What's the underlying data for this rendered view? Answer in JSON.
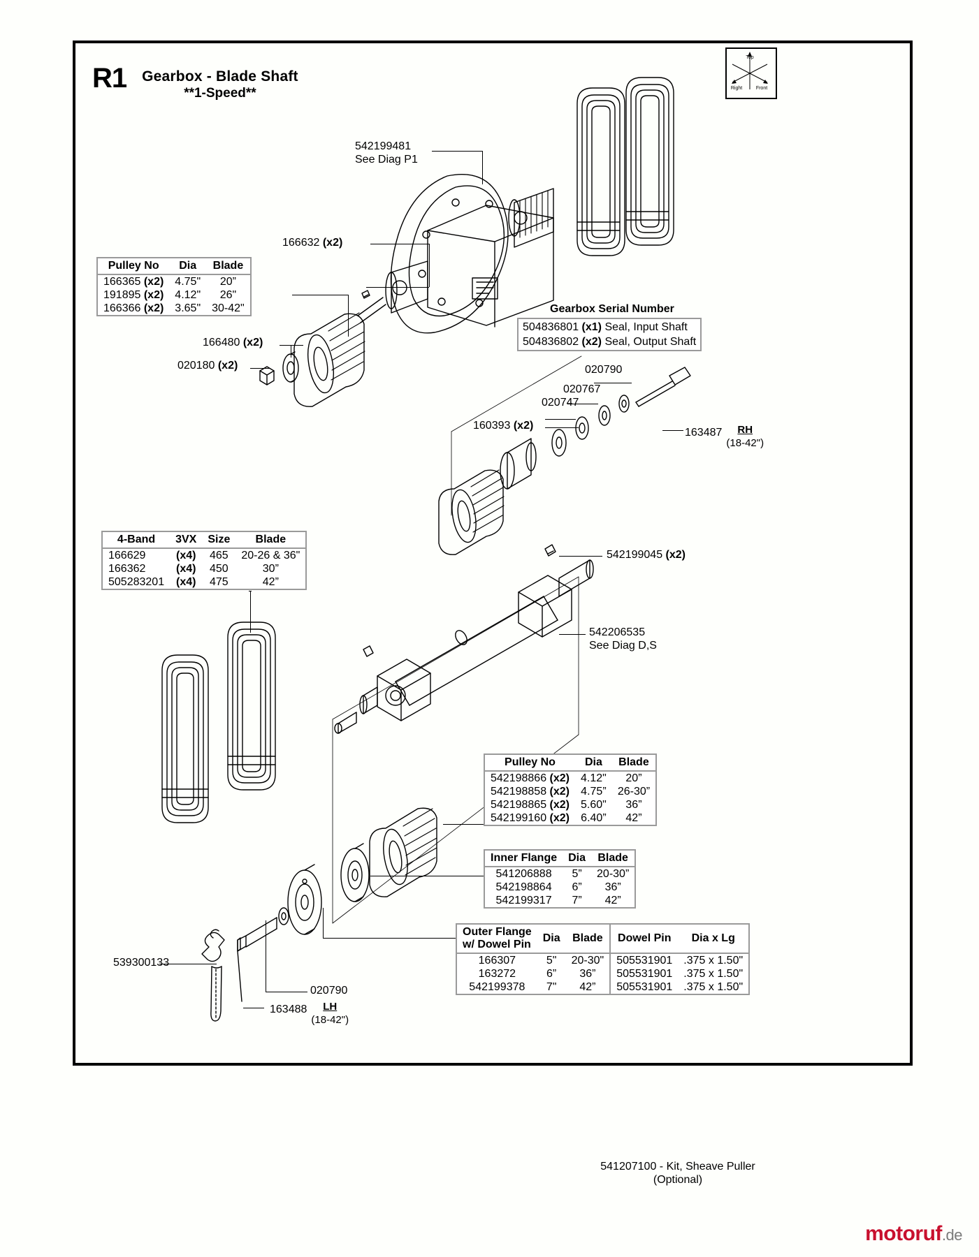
{
  "page": {
    "section_code": "R1",
    "title": "Gearbox - Blade Shaft",
    "subtitle": "**1-Speed**",
    "watermark": {
      "part1": "motoruf",
      "part2": ".de"
    }
  },
  "compass": {
    "top": "Top",
    "right": "Right",
    "front": "Front"
  },
  "callouts": {
    "c542199481": "542199481",
    "c542199481_sub": "See Diag P1",
    "c166632": "166632",
    "c166632_qty": "(x2)",
    "c166480": "166480",
    "c166480_qty": "(x2)",
    "c020180": "020180",
    "c020180_qty": "(x2)",
    "gearbox_serial": "Gearbox Serial Number",
    "c020790_top": "020790",
    "c020767": "020767",
    "c020747": "020747",
    "c160393": "160393",
    "c160393_qty": "(x2)",
    "c163487": "163487",
    "c163487_hand": "RH",
    "c163487_range": "(18-42\")",
    "c542199045": "542199045",
    "c542199045_qty": "(x2)",
    "c542206535": "542206535",
    "c542206535_sub": "See Diag D,S",
    "c539300133": "539300133",
    "c020790_bottom": "020790",
    "c163488": "163488",
    "c163488_hand": "LH",
    "c163488_range": "(18-42\")",
    "kit_line": "541207100 -  Kit, Sheave Puller",
    "kit_line_bold": "Kit, Sheave Puller",
    "kit_number": "541207100 - ",
    "kit_optional": "(Optional)"
  },
  "seals": {
    "rows": [
      {
        "part": "504836801",
        "qty": "(x1)",
        "desc": "Seal, Input Shaft"
      },
      {
        "part": "504836802",
        "qty": "(x2)",
        "desc": "Seal, Output Shaft"
      }
    ]
  },
  "table_pulley_top": {
    "headers": [
      "Pulley No",
      "Dia",
      "Blade"
    ],
    "rows": [
      {
        "part": "166365",
        "qty": "(x2)",
        "dia": "4.75\"",
        "blade": "20”"
      },
      {
        "part": "191895",
        "qty": "(x2)",
        "dia": "4.12\"",
        "blade": "26\""
      },
      {
        "part": "166366",
        "qty": "(x2)",
        "dia": "3.65\"",
        "blade": "30-42\""
      }
    ]
  },
  "table_band": {
    "headers": [
      "4-Band",
      "3VX",
      "Size",
      "Blade"
    ],
    "rows": [
      {
        "part": "166629",
        "qty": "(x4)",
        "size": "465",
        "blade": "20-26 & 36\""
      },
      {
        "part": "166362",
        "qty": "(x4)",
        "size": "450",
        "blade": "30”"
      },
      {
        "part": "505283201",
        "qty": "(x4)",
        "size": "475",
        "blade": "42”"
      }
    ]
  },
  "table_pulley_bottom": {
    "headers": [
      "Pulley No",
      "Dia",
      "Blade"
    ],
    "rows": [
      {
        "part": "542198866",
        "qty": "(x2)",
        "dia": "4.12\"",
        "blade": "20”"
      },
      {
        "part": "542198858",
        "qty": "(x2)",
        "dia": "4.75”",
        "blade": "26-30”"
      },
      {
        "part": "542198865",
        "qty": "(x2)",
        "dia": "5.60\"",
        "blade": "36”"
      },
      {
        "part": "542199160",
        "qty": "(x2)",
        "dia": "6.40”",
        "blade": "42”"
      }
    ]
  },
  "table_inner_flange": {
    "headers": [
      "Inner Flange",
      "Dia",
      "Blade"
    ],
    "rows": [
      {
        "part": "541206888",
        "dia": "5”",
        "blade": "20-30”"
      },
      {
        "part": "542198864",
        "dia": "6”",
        "blade": "36”"
      },
      {
        "part": "542199317",
        "dia": "7”",
        "blade": "42”"
      }
    ]
  },
  "table_outer_flange": {
    "header_main_line1": "Outer Flange",
    "header_main_line2": "w/ Dowel Pin",
    "header_dia": "Dia",
    "header_blade": "Blade",
    "header_dowel": "Dowel Pin",
    "header_dowel_dia": "Dia  x  Lg",
    "rows": [
      {
        "part": "166307",
        "dia": "5\"",
        "blade": "20-30\"",
        "dowel": "505531901",
        "dowel_dia": ".375 x 1.50\""
      },
      {
        "part": "163272",
        "dia": "6”",
        "blade": "36”",
        "dowel": "505531901",
        "dowel_dia": ".375 x 1.50\""
      },
      {
        "part": "542199378",
        "dia": "7\"",
        "blade": "42”",
        "dowel": "505531901",
        "dowel_dia": ".375 x 1.50\""
      }
    ]
  }
}
